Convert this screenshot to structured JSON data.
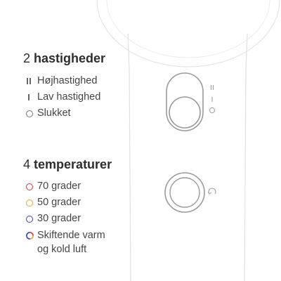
{
  "speeds": {
    "title_number": "2",
    "title_word": "hastigheder",
    "items": [
      {
        "label": "Højhastighed",
        "icon": "double-bar-icon"
      },
      {
        "label": "Lav hastighed",
        "icon": "single-bar-icon"
      },
      {
        "label": "Slukket",
        "icon": "circle-off-icon"
      }
    ]
  },
  "temperatures": {
    "title_number": "4",
    "title_word": "temperaturer",
    "items": [
      {
        "label": "70 grader",
        "icon": "circle-icon",
        "color": "#d9363e"
      },
      {
        "label": "50 grader",
        "icon": "circle-icon",
        "color": "#e8a23c"
      },
      {
        "label": "30 grader",
        "icon": "circle-icon",
        "color": "#3a3fc0"
      },
      {
        "label_line1": "Skiftende varm",
        "label_line2": "og kold luft",
        "icon": "hot-cold-circle-icon",
        "colors": [
          "#d9363e",
          "#e8a23c",
          "#3a3fc0"
        ]
      }
    ]
  },
  "device": {
    "speed_switch_marks": [
      "II",
      "I",
      "O"
    ],
    "line_color": "#d8d8d8"
  }
}
